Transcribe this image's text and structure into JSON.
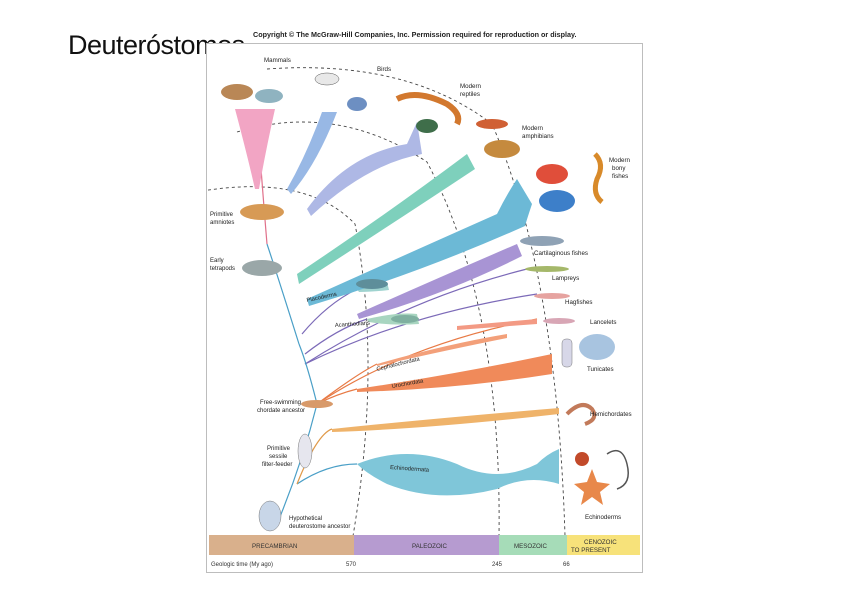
{
  "slide": {
    "title": "Deuteróstomos"
  },
  "figure": {
    "copyright": "Copyright © The McGraw-Hill Companies, Inc. Permission required for reproduction or display.",
    "groups": {
      "mammals": "Mammals",
      "birds": "Birds",
      "modern_reptiles_1": "Modern",
      "modern_reptiles_2": "reptiles",
      "modern_amphibians_1": "Modern",
      "modern_amphibians_2": "amphibians",
      "bony_fishes_1": "Modern",
      "bony_fishes_2": "bony",
      "bony_fishes_3": "fishes",
      "cartilaginous": "Cartilaginous fishes",
      "lampreys": "Lampreys",
      "hagfishes": "Hagfishes",
      "lancelets": "Lancelets",
      "tunicates": "Tunicates",
      "hemichordates": "Hemichordates",
      "echinoderms": "Echinoderms"
    },
    "ancestors": {
      "primitive_amniotes_1": "Primitive",
      "primitive_amniotes_2": "amniotes",
      "early_tetrapods_1": "Early",
      "early_tetrapods_2": "tetrapods",
      "chordate_1": "Free-swimming",
      "chordate_2": "chordate ancestor",
      "sessile_1": "Primitive",
      "sessile_2": "sessile",
      "sessile_3": "filter-feeder",
      "deuterostome_1": "Hypothetical",
      "deuterostome_2": "deuterostome ancestor"
    },
    "branch_labels": {
      "placoderms": "Placoderms",
      "acanthodians": "Acanthodians",
      "cephalochordata": "Cephalochordata",
      "urochordata": "Urochordata",
      "echinodermata": "Echinodermata"
    },
    "eras": [
      {
        "label": "PRECAMBRIAN",
        "color": "#d9b08c"
      },
      {
        "label": "PALEOZOIC",
        "color": "#b69bd0"
      },
      {
        "label": "MESOZOIC",
        "color": "#a6dcb8"
      },
      {
        "label": "CENOZOIC",
        "label2": "TO PRESENT",
        "color": "#f7e27a"
      }
    ],
    "timeline": {
      "label": "Geologic time (My ago)",
      "ticks": [
        "570",
        "245",
        "66"
      ]
    }
  }
}
